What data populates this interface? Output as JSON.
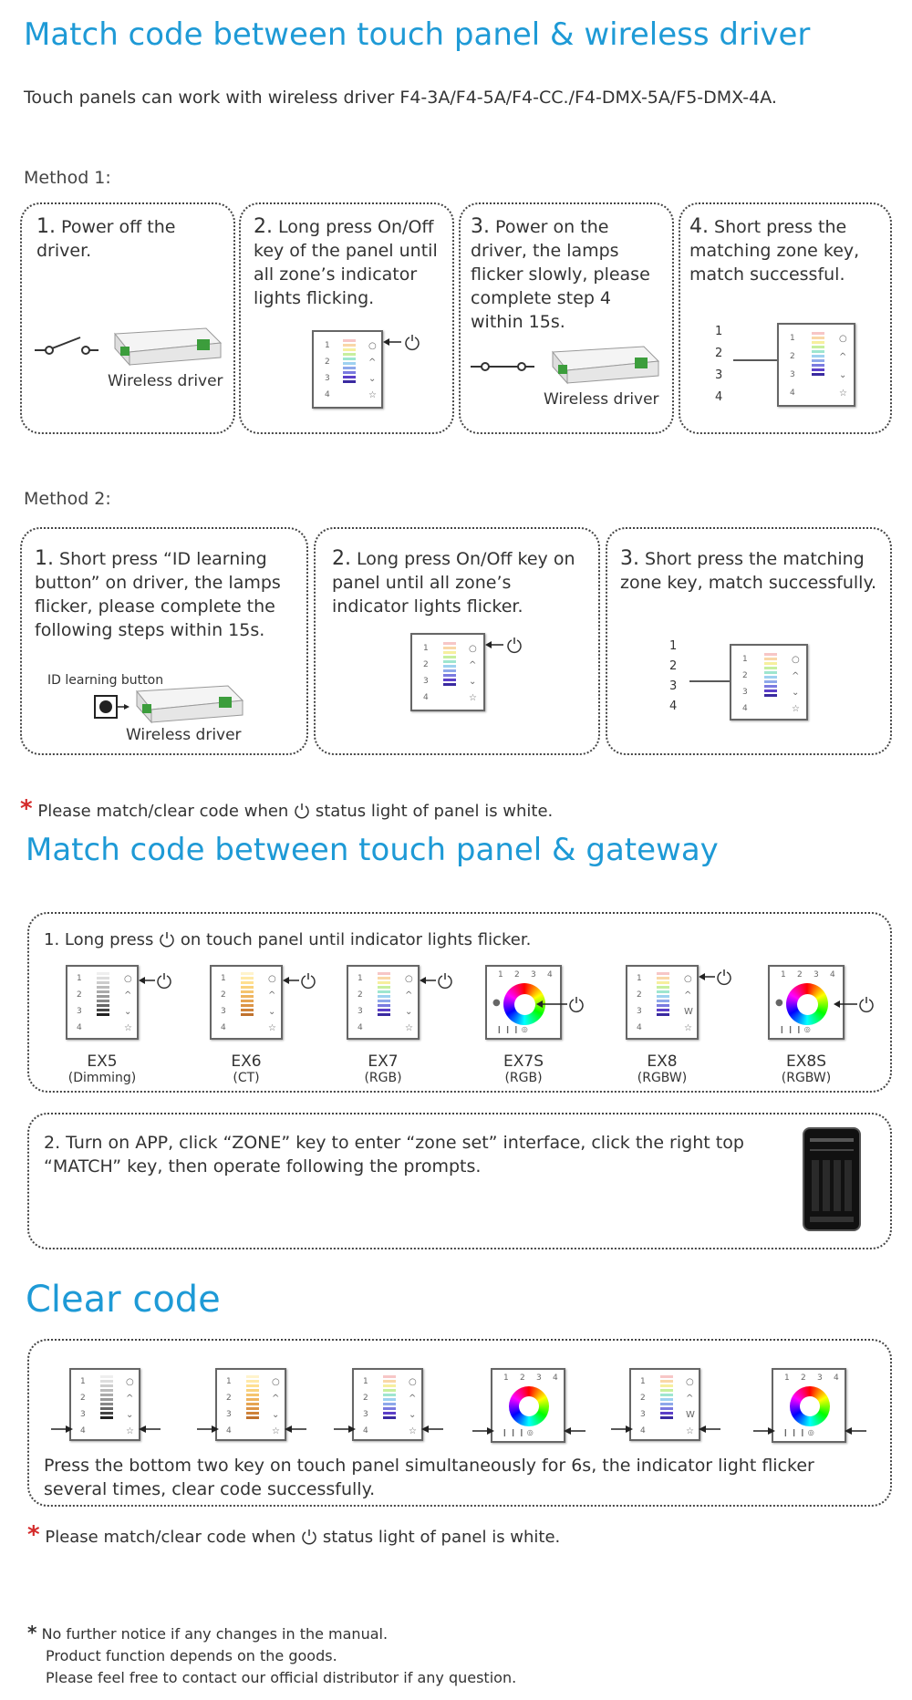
{
  "section1": {
    "title": "Match code between touch panel & wireless driver",
    "intro": "Touch panels can work with wireless driver F4-3A/F4-5A/F4-CC./F4-DMX-5A/F5-DMX-4A.",
    "method1": {
      "label": "Method 1:",
      "steps": [
        {
          "num": "1.",
          "text": "Power off the driver."
        },
        {
          "num": "2.",
          "text": "Long press On/Off key of the panel until all zone’s indicator lights flicking."
        },
        {
          "num": "3.",
          "text": "Power on the driver, the lamps flicker slowly, please complete step 4 within 15s."
        },
        {
          "num": "4.",
          "text": "Short press the matching zone key, match successful."
        }
      ],
      "driver_caption": "Wireless driver"
    },
    "method2": {
      "label": "Method 2:",
      "steps": [
        {
          "num": "1.",
          "text": "Short press “ID learning button” on driver, the lamps flicker, please complete the following steps within 15s."
        },
        {
          "num": "2.",
          "text": "Long press On/Off key on panel until all zone’s indicator lights flicker."
        },
        {
          "num": "3.",
          "text": "Short press the matching zone key, match successfully."
        }
      ],
      "id_button_label": "ID learning button",
      "driver_caption": "Wireless driver"
    },
    "note": "Please match/clear code when",
    "note_tail": "status light of panel is white."
  },
  "section2": {
    "title": "Match code between touch panel & gateway",
    "step1_pre": "1. Long press",
    "step1_post": "on touch panel until indicator lights flicker.",
    "models": [
      {
        "name": "EX5",
        "sub": "(Dimming)"
      },
      {
        "name": "EX6",
        "sub": "(CT)"
      },
      {
        "name": "EX7",
        "sub": "(RGB)"
      },
      {
        "name": "EX7S",
        "sub": "(RGB)"
      },
      {
        "name": "EX8",
        "sub": "(RGBW)"
      },
      {
        "name": "EX8S",
        "sub": "(RGBW)"
      }
    ],
    "step2": "2.  Turn on APP, click “ZONE” key to enter “zone set” interface, click the right top “MATCH” key, then operate following the prompts."
  },
  "section3": {
    "title": "Clear code",
    "instruction": "Press the bottom two key on touch panel simultaneously for 6s, the indicator light flicker several times, clear code successfully.",
    "note": "Please match/clear code when",
    "note_tail": "status light of panel is white."
  },
  "footer": {
    "line1": "No further notice if any changes in the manual.",
    "line2": "Product function depends on the goods.",
    "line3": "Please feel free to contact our official distributor if any question."
  },
  "panel_labels": {
    "z1": "1",
    "z2": "2",
    "z3": "3",
    "z4": "4",
    "w": "W"
  },
  "colors": {
    "accent": "#1e9ad6",
    "star": "#d42a2a",
    "text": "#333333"
  }
}
